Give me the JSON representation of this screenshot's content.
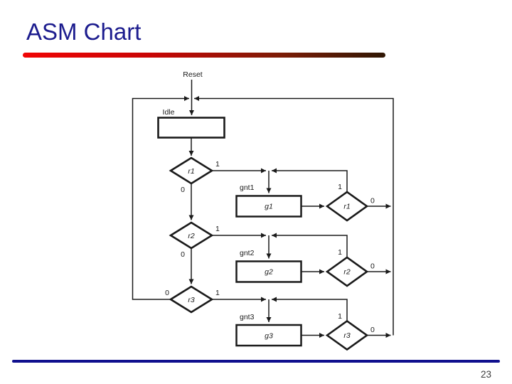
{
  "colors": {
    "title": "#1c1c8e",
    "accent_from": "#f00505",
    "accent_to": "#2f1704",
    "footer_line": "#10108e",
    "ink": "#1a1a1a",
    "page_number": "#3c3c3c"
  },
  "slide": {
    "title": "ASM Chart",
    "page_number": "23"
  },
  "diagram": {
    "reset_label": "Reset",
    "idle_label": "Idle",
    "branch": {
      "one": "1",
      "zero": "0"
    },
    "rows": [
      {
        "request": "r1",
        "grant_label": "gnt1",
        "grant_state": "g1",
        "recheck": "r1"
      },
      {
        "request": "r2",
        "grant_label": "gnt2",
        "grant_state": "g2",
        "recheck": "r2"
      },
      {
        "request": "r3",
        "grant_label": "gnt3",
        "grant_state": "g3",
        "recheck": "r3"
      }
    ]
  }
}
